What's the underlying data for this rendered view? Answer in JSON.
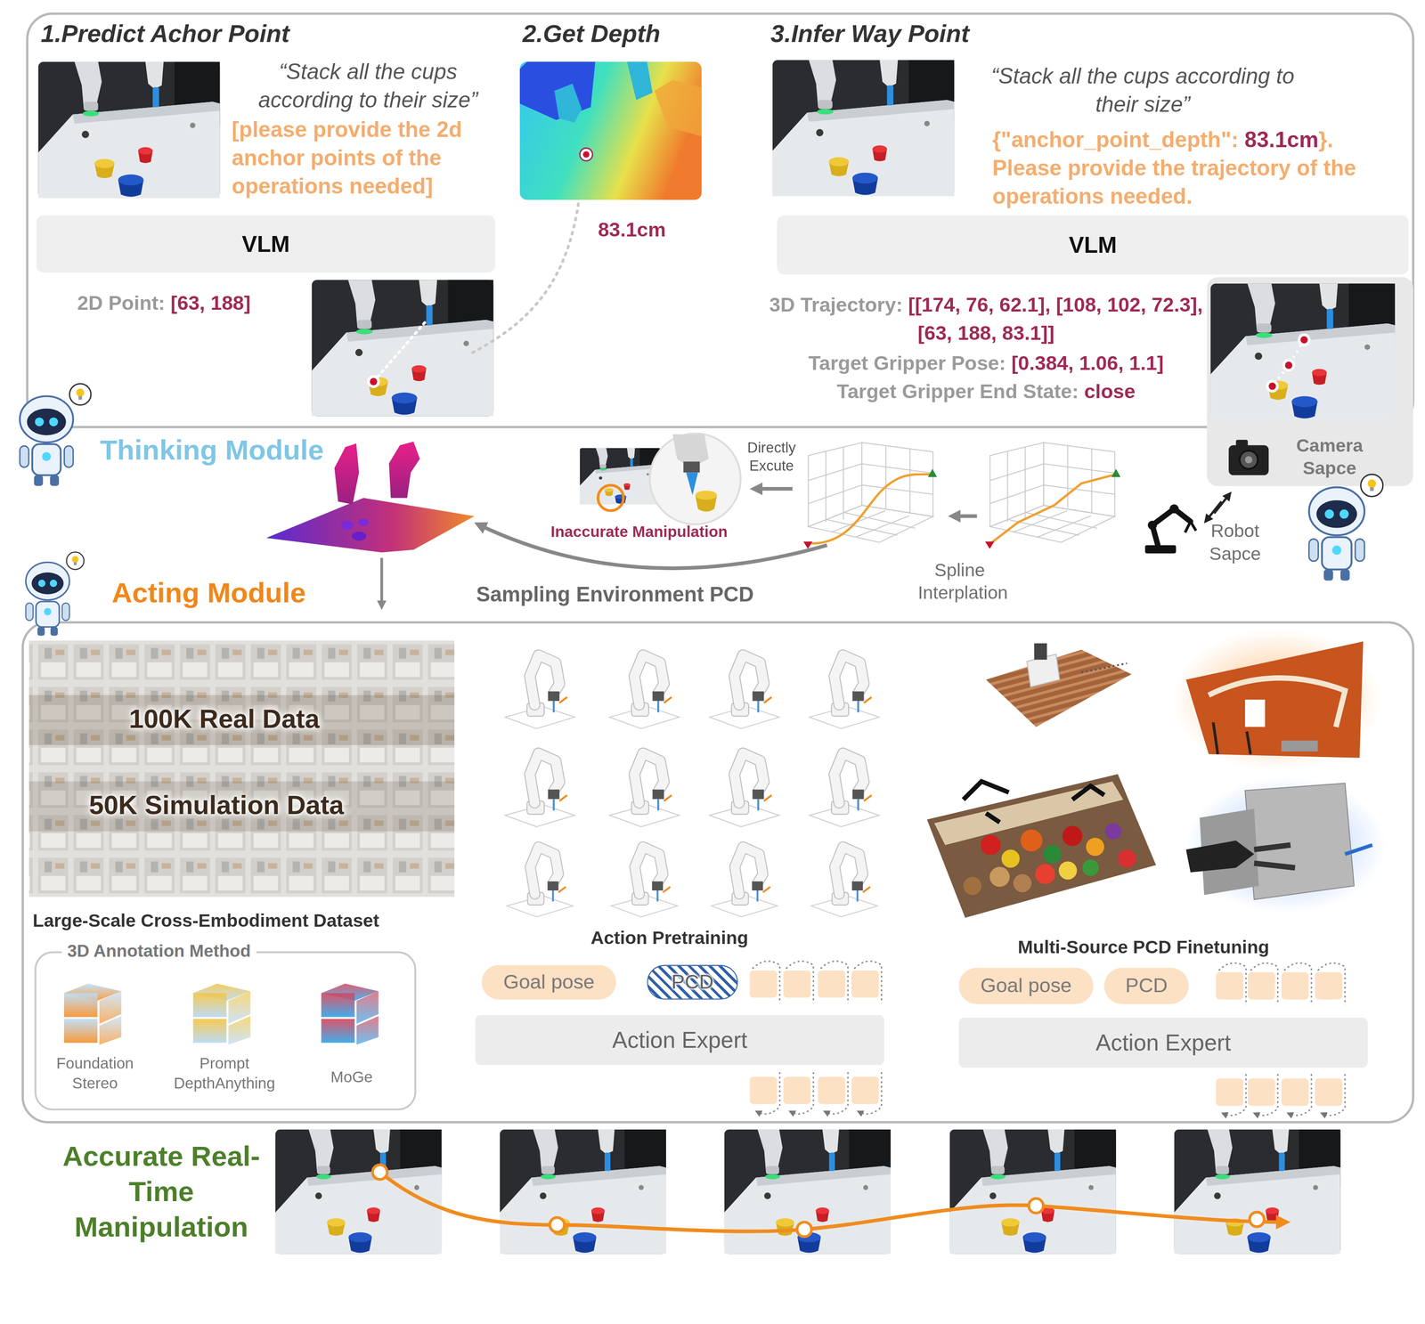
{
  "diagram": {
    "nodes": [
      {
        "text": [
          "Thinking Module"
        ]
      },
      {
        "text": [
          "VLM"
        ],
        "in": 0
      },
      {
        "text": [
          "VLM"
        ],
        "in": 0
      },
      {
        "text": [
          "Camera Sapce"
        ]
      },
      {
        "text": [
          "Acting Module"
        ]
      },
      {
        "text": [
          "3D Annotation Method"
        ],
        "in": 4
      },
      {
        "text": [
          "Goal pose"
        ],
        "in": 4
      },
      {
        "text": [
          "PCD"
        ],
        "in": 4
      },
      {
        "text": [
          "Action Expert"
        ],
        "in": 4
      },
      {
        "text": [
          "Goal pose"
        ],
        "in": 4
      },
      {
        "text": [
          "PCD"
        ],
        "in": 4
      },
      {
        "text": [
          "Action Expert"
        ],
        "in": 4
      }
    ],
    "labels": [
      "1.Predict Achor Point",
      "“Stack all the cups according to their size”",
      "[please provide the 2d anchor points of the operations needed]",
      "2.Get Depth",
      "83.1cm",
      "2D Point:",
      "[63, 188]",
      "3.Infer Way Point",
      "“Stack all the cups according to their size”",
      "{\"anchor_point_depth\":",
      "83.1cm",
      "}. Please provide the trajectory of the operations needed.",
      "3D Trajectory:",
      "[[174, 76, 62.1], [108, 102, 72.3], [63, 188, 83.1]]",
      "Target Gripper Pose:",
      "[0.384, 1.06, 1.1]",
      "Target Gripper End State:",
      "close",
      "Robot Sapce",
      "Directly Excute",
      "Inaccurate Manipulation",
      "Spline Interplation",
      "Sampling Environment PCD",
      "100K Real Data",
      "50K Simulation Data",
      "Large-Scale Cross-Embodiment Dataset",
      "Foundation Stereo",
      "Prompt DepthAnything",
      "MoGe",
      "Action Pretraining",
      "Multi-Source PCD Finetuning",
      "Accurate Real-Time Manipulation"
    ]
  }
}
